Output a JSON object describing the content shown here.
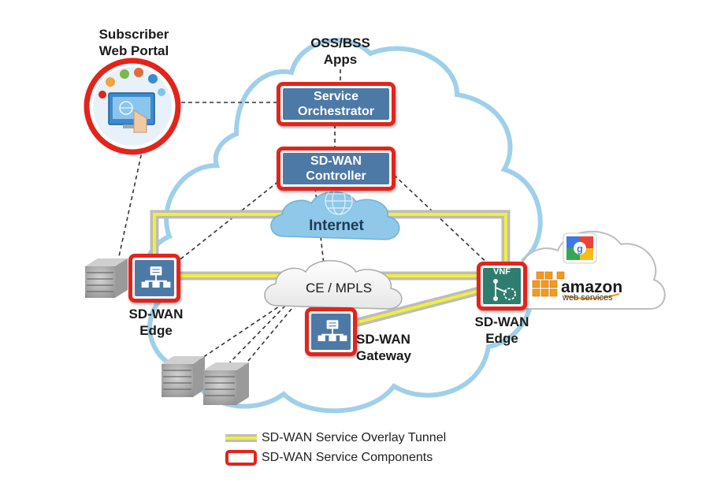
{
  "portal": {
    "title_line1": "Subscriber",
    "title_line2": "Web Portal"
  },
  "oss": {
    "line1": "OSS/BSS",
    "line2": "Apps"
  },
  "orchestrator": {
    "line1": "Service",
    "line2": "Orchestrator"
  },
  "controller": {
    "line1": "SD-WAN",
    "line2": "Controller"
  },
  "internet": {
    "label": "Internet"
  },
  "mpls": {
    "label": "CE / MPLS"
  },
  "edge_left": {
    "line1": "SD-WAN",
    "line2": "Edge"
  },
  "edge_right": {
    "line1": "SD-WAN",
    "line2": "Edge",
    "badge": "VNF"
  },
  "gateway": {
    "line1": "SD-WAN",
    "line2": "Gateway"
  },
  "cloud_providers": {
    "amazon": "amazon",
    "amazon_sub": "web services"
  },
  "legend": [
    {
      "label": "SD-WAN Service Overlay Tunnel",
      "swatch": "tunnel",
      "color": "#f2ef3a"
    },
    {
      "label": "SD-WAN Service Components",
      "swatch": "component",
      "color": "#e3241b"
    }
  ],
  "colors": {
    "component_border": "#e3241b",
    "component_fill": "#4d79a6",
    "carrier_cloud": "#9fd0ea",
    "tunnel": "#f2ef3a",
    "internet_cloud": "#8fc8e8"
  }
}
